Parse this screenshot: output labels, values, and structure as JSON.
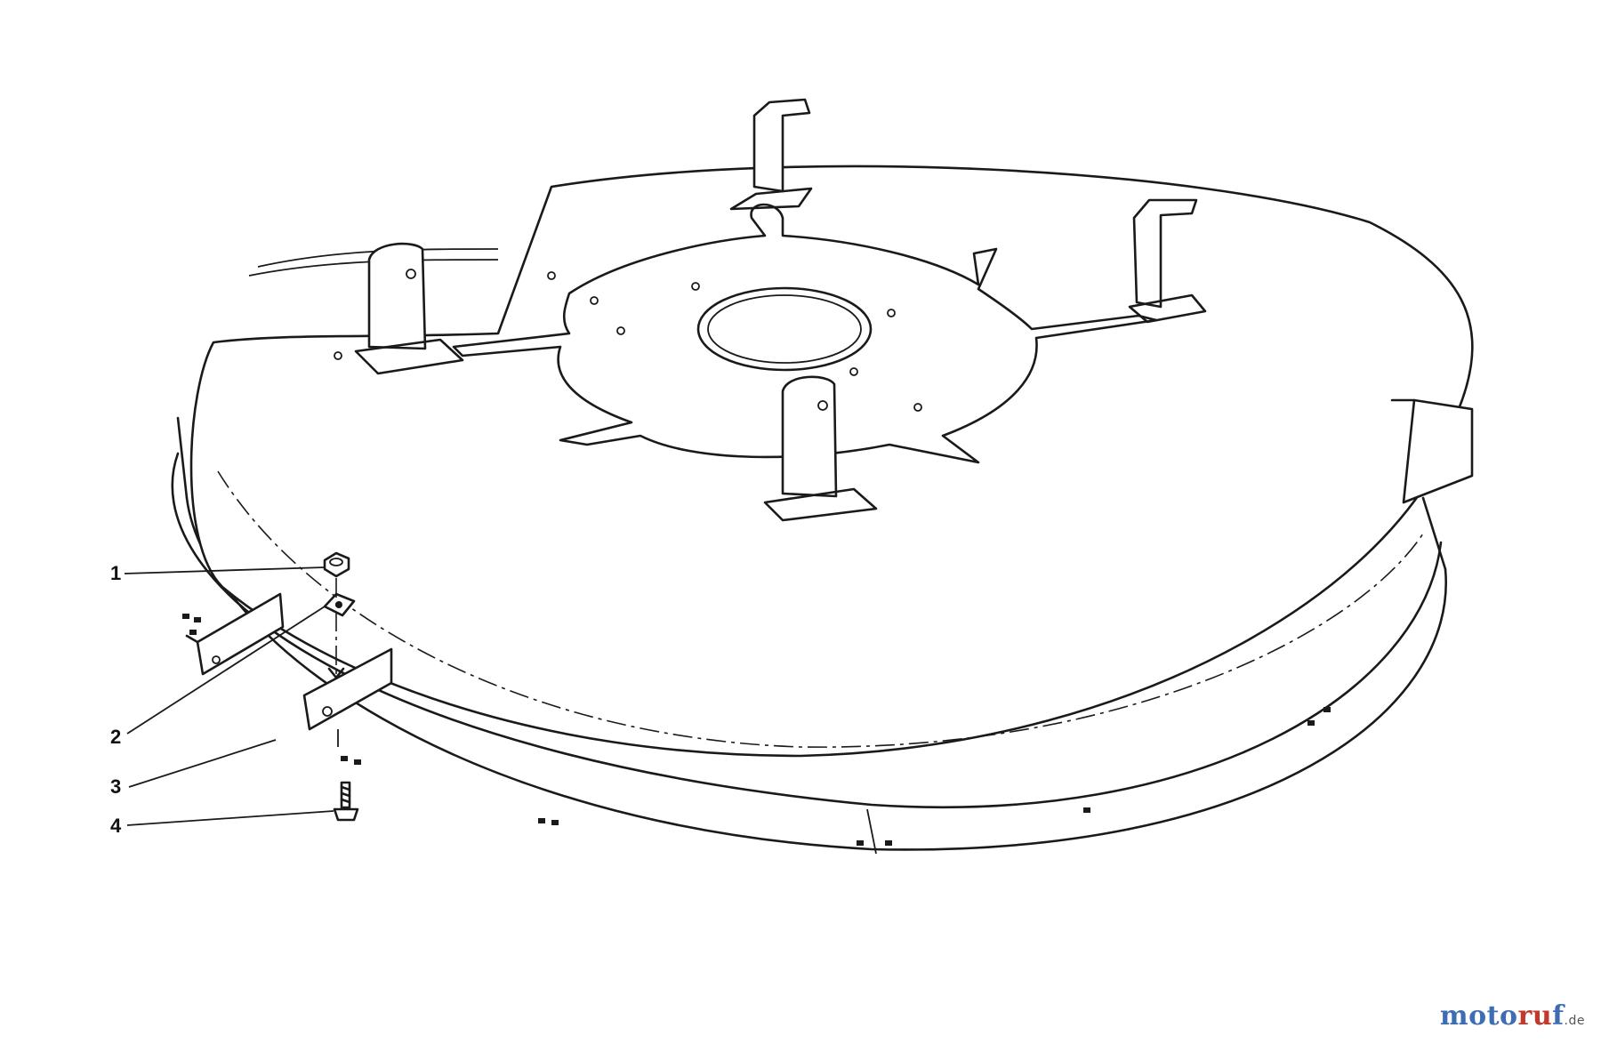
{
  "diagram": {
    "callouts": [
      {
        "number": "1",
        "part": "nut"
      },
      {
        "number": "2",
        "part": "spacer-bracket"
      },
      {
        "number": "3",
        "part": "baffle-ring"
      },
      {
        "number": "4",
        "part": "bolt"
      }
    ]
  },
  "watermark": {
    "part_a": "moto",
    "part_b": "ru",
    "part_c": "f",
    "part_d": ".de"
  },
  "colors": {
    "line": "#1a1a1a",
    "background": "#ffffff",
    "watermark_blue": "#3f6db3",
    "watermark_red": "#c0392b"
  }
}
